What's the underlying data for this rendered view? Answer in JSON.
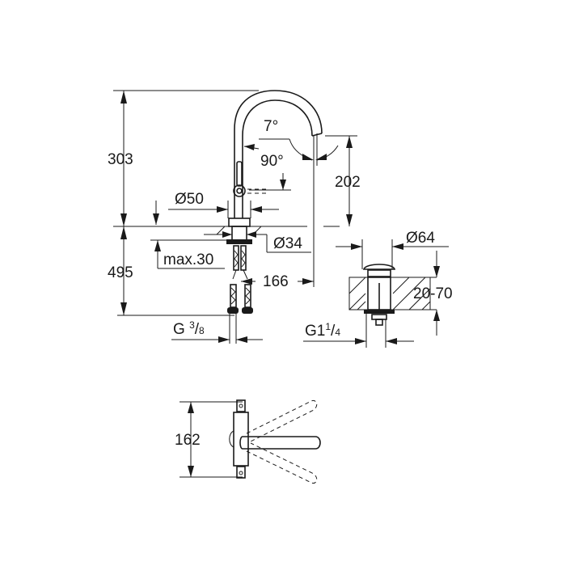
{
  "drawing": {
    "title": "Faucet dimension drawing",
    "line_color": "#1a1a1a",
    "background": "#ffffff"
  },
  "dimensions": {
    "height_upper": "303",
    "height_lower": "495",
    "spout_angle": "7°",
    "handle_angle": "90°",
    "spout_height": "202",
    "base_diameter": "Ø50",
    "shank_diameter": "Ø34",
    "max_thickness": "max.30",
    "reach": "166",
    "connection_thread_main": "G",
    "connection_thread_num": "3",
    "connection_thread_den": "8",
    "waste_diameter": "Ø64",
    "waste_thickness": "20-70",
    "waste_thread_main": "G1",
    "waste_thread_num": "1",
    "waste_thread_den": "4",
    "handle_width": "162"
  }
}
